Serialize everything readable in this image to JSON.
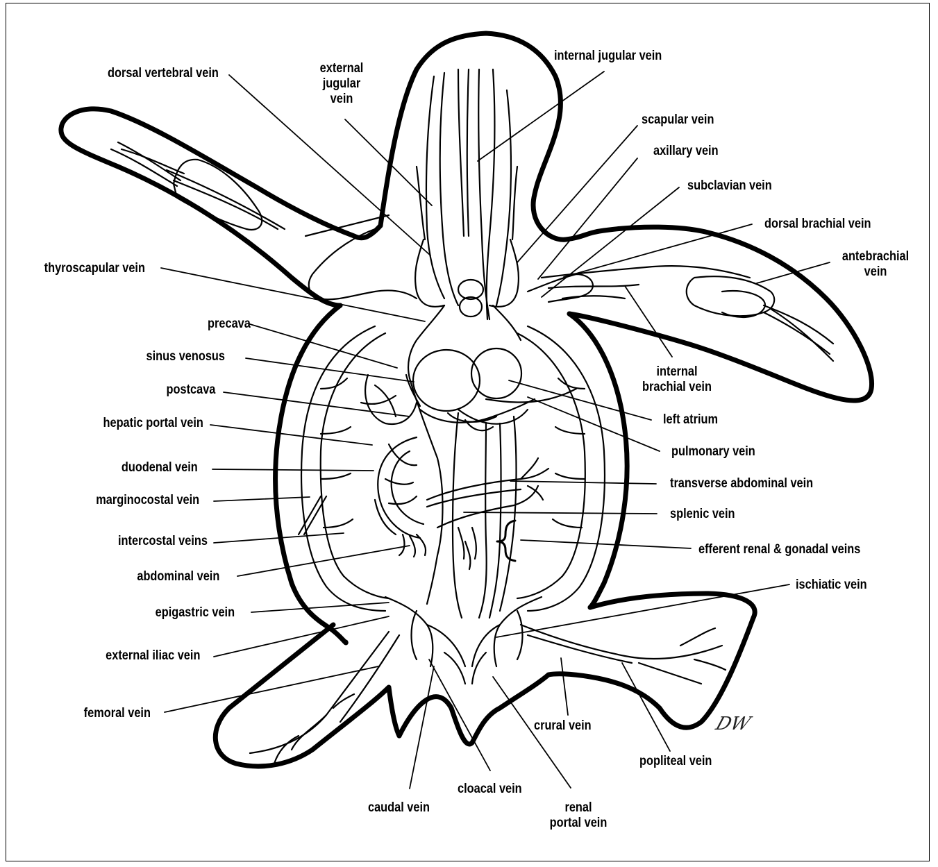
{
  "labels": {
    "dorsal_vertebral_vein": "dorsal vertebral vein",
    "external_jugular_vein": "external\njugular\nvein",
    "internal_jugular_vein": "internal jugular vein",
    "scapular_vein": "scapular vein",
    "axillary_vein": "axillary vein",
    "subclavian_vein": "subclavian vein",
    "dorsal_brachial_vein": "dorsal brachial vein",
    "antebrachial_vein": "antebrachial\nvein",
    "thyroscapular_vein": "thyroscapular vein",
    "precava": "precava",
    "sinus_venosus": "sinus venosus",
    "internal_brachial_vein": "internal\nbrachial vein",
    "postcava": "postcava",
    "left_atrium": "left atrium",
    "hepatic_portal_vein": "hepatic portal vein",
    "pulmonary_vein": "pulmonary vein",
    "duodenal_vein": "duodenal vein",
    "transverse_abdominal_vein": "transverse abdominal vein",
    "marginocostal_vein": "marginocostal vein",
    "splenic_vein": "splenic vein",
    "intercostal_veins": "intercostal veins",
    "efferent_renal_gonadal_veins": "efferent renal & gonadal veins",
    "abdominal_vein": "abdominal vein",
    "ischiatic_vein": "ischiatic vein",
    "epigastric_vein": "epigastric vein",
    "external_iliac_vein": "external iliac vein",
    "femoral_vein": "femoral vein",
    "crural_vein": "crural vein",
    "popliteal_vein": "popliteal vein",
    "cloacal_vein": "cloacal vein",
    "caudal_vein": "caudal vein",
    "renal_portal_vein": "renal\nportal vein"
  },
  "signature": "DW"
}
